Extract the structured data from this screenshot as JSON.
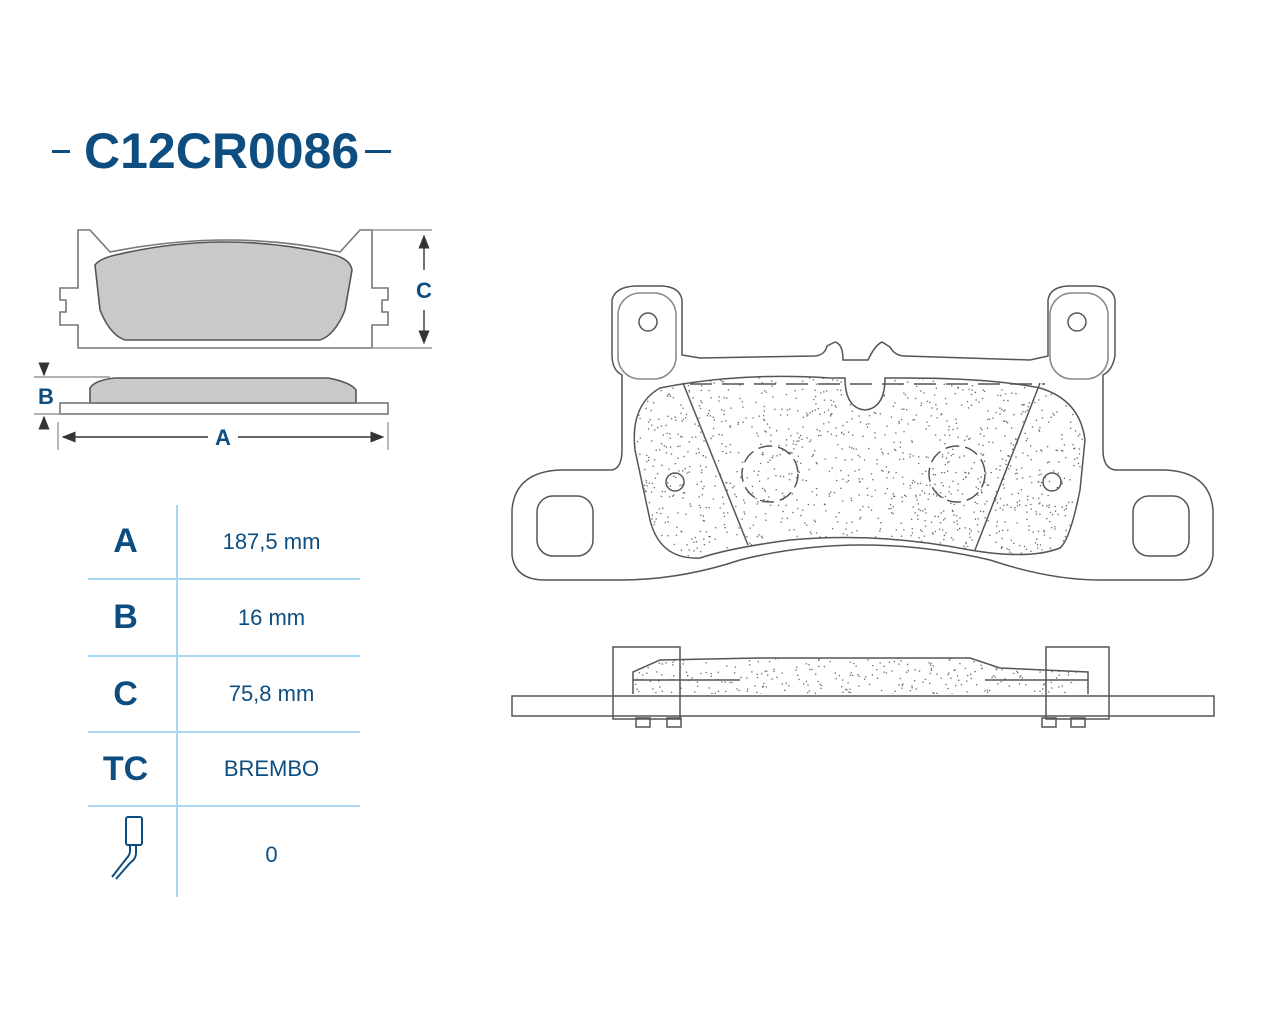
{
  "title": "C12CR0086",
  "dimension_labels": {
    "a": "A",
    "b": "B",
    "c": "C"
  },
  "specs": [
    {
      "key": "A",
      "value": "187,5 mm"
    },
    {
      "key": "B",
      "value": "16 mm"
    },
    {
      "key": "C",
      "value": "75,8 mm"
    },
    {
      "key": "TC",
      "value": "BREMBO"
    },
    {
      "key_icon": "wear-sensor-icon",
      "value": "0"
    }
  ],
  "colors": {
    "brand_blue": "#0d4d80",
    "grid_line": "#a9d6f2",
    "pad_fill": "#c9c9c9",
    "outline": "#555555"
  }
}
